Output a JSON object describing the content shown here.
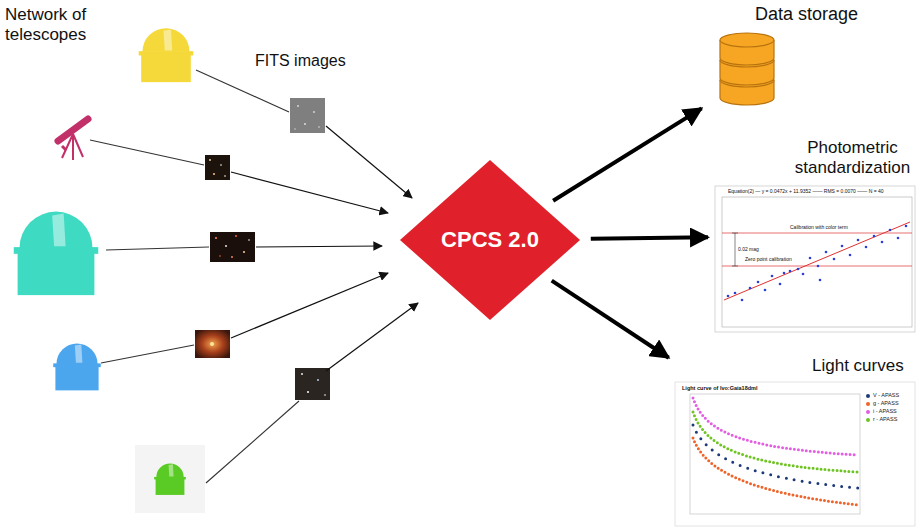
{
  "diagram": {
    "nodes": [
      {
        "text": [
          "CPCS 2.0"
        ]
      },
      {
        "text": [
          "Data storage"
        ]
      },
      {
        "text": [
          "Photometric standardization"
        ]
      },
      {
        "text": [
          "Light curves"
        ]
      }
    ],
    "edges": [
      {
        "from": 0,
        "to": 1,
        "arrow": "to"
      },
      {
        "from": 0,
        "to": 2,
        "arrow": "to"
      },
      {
        "from": 0,
        "to": 3,
        "arrow": "to"
      }
    ],
    "labels": [
      "Network of telescopes",
      "FITS images",
      "Equation(2) — y = 0.0472x + 11.9352 —— RMS = 0.0070 —— N = 40",
      "Calibration with color term",
      "Zero point calibration",
      "0.02 mag",
      "Light curve of Ivo:Gaia18dml"
    ],
    "legend": [
      {
        "text": "V - APASS",
        "color": "#1f3a7a"
      },
      {
        "text": "g - APASS",
        "color": "#f0642a"
      },
      {
        "text": "i - APASS",
        "color": "#e35ee3"
      },
      {
        "text": "r - APASS",
        "color": "#6fc424"
      }
    ]
  }
}
